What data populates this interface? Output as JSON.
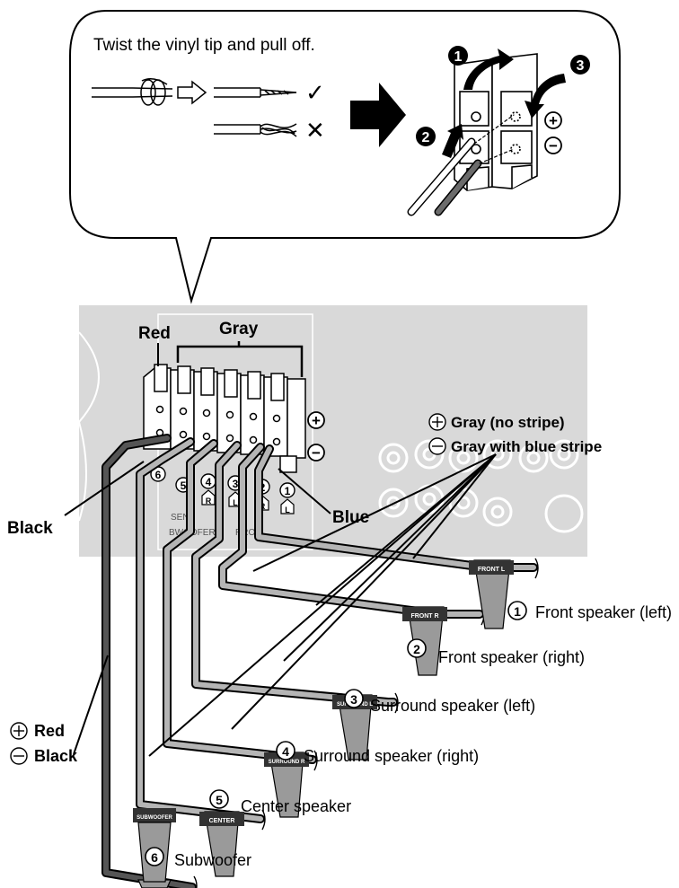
{
  "callout": {
    "instruction": "Twist the vinyl tip and pull off.",
    "ok_mark": "✓",
    "ng_mark": "✕",
    "steps": [
      "1",
      "2",
      "3"
    ],
    "plus_symbol": "+",
    "minus_symbol": "−"
  },
  "terminal_labels": {
    "red": "Red",
    "gray": "Gray",
    "black": "Black",
    "blue": "Blue",
    "plus": "+",
    "minus": "−"
  },
  "panel": {
    "text_a": "SEN",
    "text_b": "BWOOFER",
    "text_c": "RROS",
    "numbers": [
      "6",
      "5",
      "4",
      "3",
      "2",
      "1"
    ],
    "sides": [
      "R",
      "L",
      "R",
      "L"
    ]
  },
  "legend": {
    "gray_plus": "Gray (no stripe)",
    "gray_minus": "Gray with blue stripe",
    "red_plus": "Red",
    "black_minus": "Black"
  },
  "speakers": [
    {
      "number": "1",
      "tag": "FRONT L",
      "label": "Front speaker (left)"
    },
    {
      "number": "2",
      "tag": "FRONT R",
      "label": "Front speaker (right)"
    },
    {
      "number": "3",
      "tag": "SURROUND L",
      "label": "Surround speaker (left)"
    },
    {
      "number": "4",
      "tag": "SURROUND R",
      "label": "Surround speaker (right)"
    },
    {
      "number": "5",
      "tag": "CENTER",
      "label": "Center speaker"
    },
    {
      "number": "6",
      "tag": "SUBWOOFER",
      "label": "Subwoofer"
    }
  ],
  "colors": {
    "panel": "#d9d9d9",
    "panel_line": "#ffffff",
    "cable_gray": "#b5b5b5",
    "cable_dark": "#555555",
    "tag": "#333333"
  }
}
